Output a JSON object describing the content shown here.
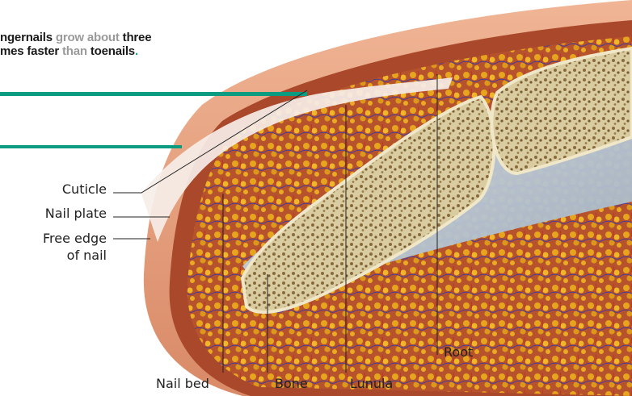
{
  "fact": {
    "part1": "ngernails",
    "part2": " grow about ",
    "part3": "three",
    "part4": "mes faster",
    "part5": " than ",
    "part6": "toenails",
    "part7": "."
  },
  "labels": {
    "cuticle": "Cuticle",
    "nail_plate": "Nail plate",
    "free_edge_line1": "Free edge",
    "free_edge_line2": "of nail",
    "nail_bed": "Nail bed",
    "bone": "Bone",
    "lunula": "Lunula",
    "root": "Root"
  },
  "colors": {
    "accent_teal": "#0a9b80",
    "skin": "#e7a98a",
    "tissue": "#a84a2c",
    "fat": "#e3a21c",
    "bone": "#d9cfa4",
    "ligament": "#b9c7d3"
  }
}
